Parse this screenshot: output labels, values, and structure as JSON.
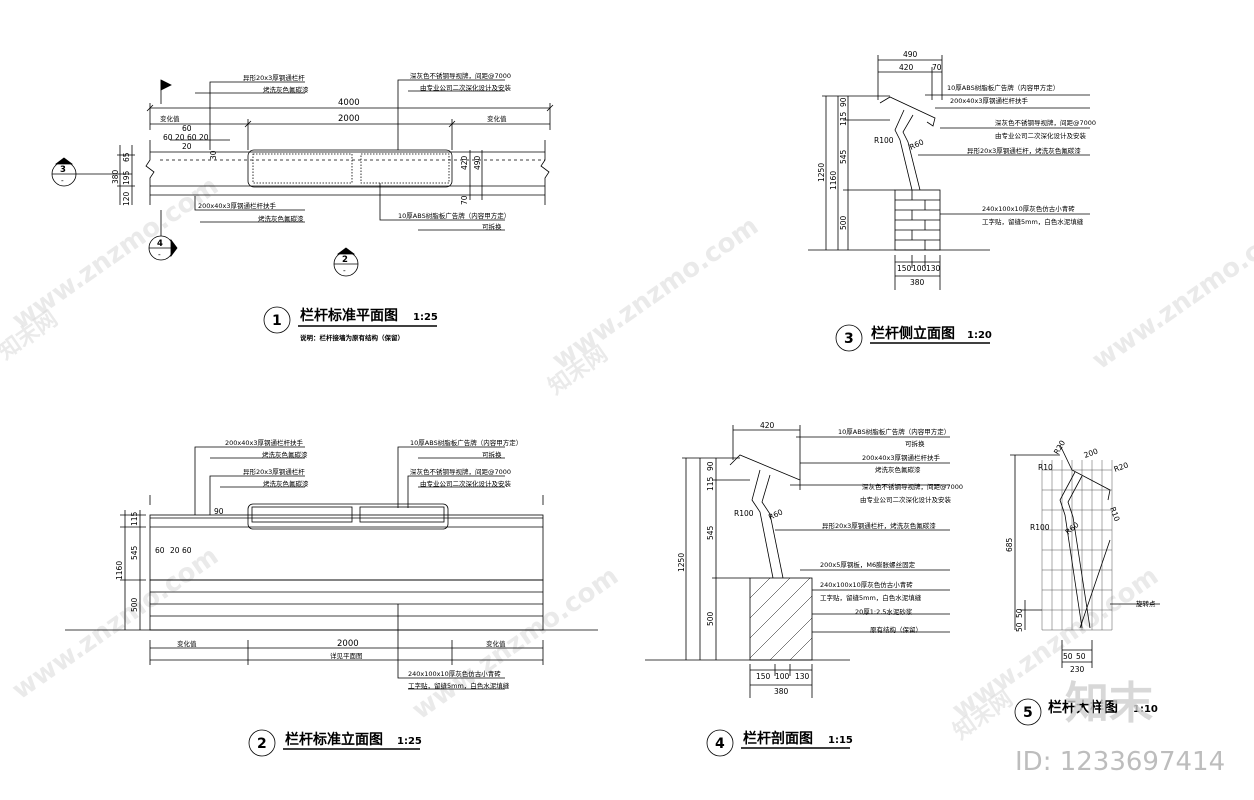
{
  "titles": {
    "d1": "栏杆标准平面图",
    "d1_scale": "1:25",
    "d1_num": "1",
    "d1_note": "说明：栏杆接墙为原有结构（保留）",
    "d2": "栏杆标准立面图",
    "d2_scale": "1:25",
    "d2_num": "2",
    "d3": "栏杆侧立面图",
    "d3_scale": "1:20",
    "d3_num": "3",
    "d4": "栏杆剖面图",
    "d4_scale": "1:15",
    "d4_num": "4",
    "d5": "栏杆大样图",
    "d5_scale": "1:10",
    "d5_num": "5"
  },
  "callouts": {
    "c3_num": "3",
    "c3_sub": "-",
    "c4_num": "4",
    "c4_sub": "-",
    "c2_num": "2",
    "c2_sub": "-"
  },
  "labels": {
    "abs_panel": "10厚ABS树脂板广告牌（内容甲方定）",
    "removable": "可拆换",
    "handrail": "200x40x3厚钢通栏杆扶手",
    "paint": "烤洗灰色氟碳漆",
    "vert_bar": "异形20x3厚钢通栏杆",
    "vert_bar_paint": "烤洗灰色氟碳漆",
    "vert_bar_full": "异形20x3厚钢通栏杆，烤洗灰色氟碳漆",
    "guide_sign": "深灰色不锈钢导视牌，间距@7000",
    "guide_design": "由专业公司二次深化设计及安装",
    "brick": "240x100x10厚灰色仿古小青砖",
    "brick_joint": "工字贴，留缝5mm，白色水泥填缝",
    "steel_plate": "200x5厚钢板，M6膨胀螺丝固定",
    "mortar": "20厚1:2.5水泥砂浆",
    "existing": "原有结构（保留）",
    "variable": "变化值",
    "plan_ref": "详见平面图",
    "rotate_pt": "旋转点"
  },
  "dims": {
    "p4000": "4000",
    "p2000": "2000",
    "p60a": "60",
    "p60b": "60",
    "p20a": "20",
    "p20b": "20",
    "p60c": "60",
    "p20c": "20",
    "p30": "30",
    "p380": "380",
    "p65": "65",
    "p195": "195",
    "p120": "120",
    "p490": "490",
    "p420": "420",
    "p70": "70",
    "e2000": "2000",
    "e115": "115",
    "e545": "545",
    "e1160": "1160",
    "e500": "500",
    "e90": "90",
    "e60": "60",
    "e20": "20",
    "e60b": "60",
    "s490": "490",
    "s420": "420",
    "s70": "70",
    "s90": "90",
    "s115": "115",
    "s545": "545",
    "s1160": "1160",
    "s1250": "1250",
    "s500": "500",
    "sR100": "R100",
    "sR60": "R60",
    "s150": "150",
    "s100": "100",
    "s130": "130",
    "s380": "380",
    "x420": "420",
    "x90": "90",
    "x115": "115",
    "x545": "545",
    "x1250": "1250",
    "x500": "500",
    "xR100": "R100",
    "xR60": "R60",
    "x150": "150",
    "x100": "100",
    "x130": "130",
    "x380": "380",
    "dR20a": "R20",
    "dR20b": "R20",
    "d200": "200",
    "dR10a": "R10",
    "dR10b": "R10",
    "dR100": "R100",
    "dR60": "R60",
    "d685": "685",
    "d50a": "50",
    "d50b": "50",
    "d50c": "50",
    "d50d": "50",
    "d230": "230"
  },
  "watermark": {
    "site": "www.znzmo.com",
    "brand": "知末网",
    "logo": "知末",
    "id": "ID: 1233697414"
  },
  "colors": {
    "line": "#000000",
    "hatch": "#333333",
    "watermark": "#d9d9d9"
  }
}
